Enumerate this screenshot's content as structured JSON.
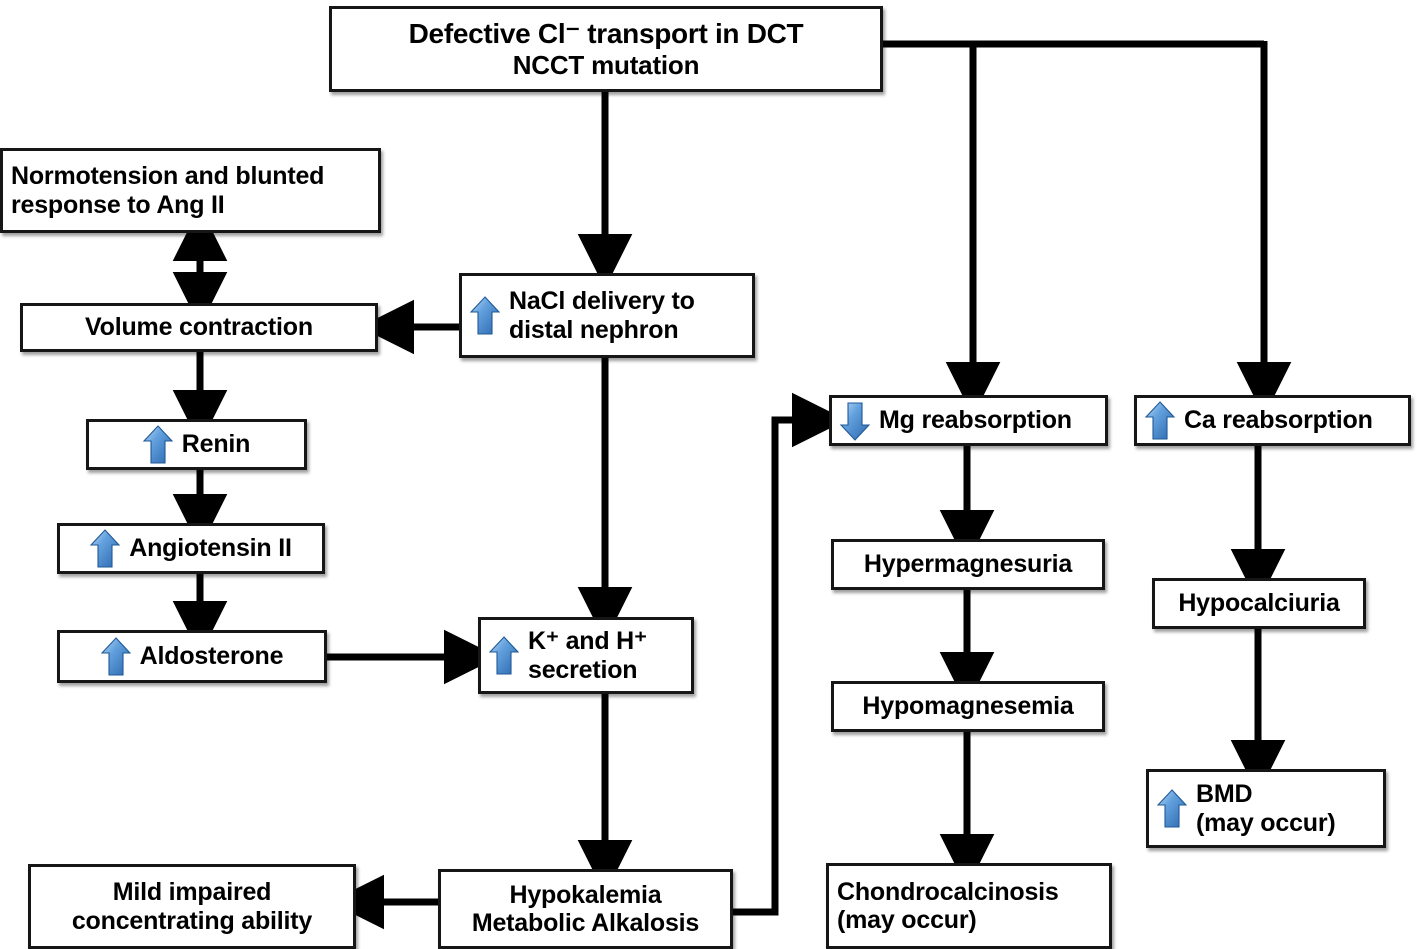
{
  "diagram": {
    "title_line1": "Defective Cl⁻ transport in DCT",
    "title_line2": "NCCT mutation",
    "icon_up": "blue-up-arrow-icon",
    "icon_down": "blue-down-arrow-icon",
    "colors": {
      "box_border": "#161616",
      "box_fill": "#ffffff",
      "text": "#000000",
      "connector": "#000000",
      "arrow_blue_light": "#a8cdf0",
      "arrow_blue_mid": "#4a8ed6",
      "arrow_blue_dark": "#2f6fb5",
      "arrow_blue_edge": "#1f5896"
    },
    "nodes": [
      {
        "id": "defective_cl",
        "label": "Defective Cl⁻ transport in DCT\nNCCT mutation",
        "arrow": "none"
      },
      {
        "id": "normotension",
        "label": "Normotension and blunted\nresponse to Ang II",
        "arrow": "none"
      },
      {
        "id": "volume_contraction",
        "label": "Volume contraction",
        "arrow": "none"
      },
      {
        "id": "renin",
        "label": "Renin",
        "arrow": "up"
      },
      {
        "id": "angiotensin2",
        "label": "Angiotensin II",
        "arrow": "up"
      },
      {
        "id": "aldosterone",
        "label": "Aldosterone",
        "arrow": "up"
      },
      {
        "id": "nacl_delivery",
        "label": "NaCl delivery to\ndistal nephron",
        "arrow": "up"
      },
      {
        "id": "k_h_secretion",
        "label": "K⁺ and H⁺\nsecretion",
        "arrow": "up"
      },
      {
        "id": "hypokalemia",
        "label": "Hypokalemia\nMetabolic Alkalosis",
        "arrow": "none"
      },
      {
        "id": "mild_impaired",
        "label": "Mild impaired\nconcentrating ability",
        "arrow": "none"
      },
      {
        "id": "mg_reabsorption",
        "label": "Mg reabsorption",
        "arrow": "down"
      },
      {
        "id": "hypermagnesuria",
        "label": "Hypermagnesuria",
        "arrow": "none"
      },
      {
        "id": "hypomagnesemia",
        "label": "Hypomagnesemia",
        "arrow": "none"
      },
      {
        "id": "chondrocalcinosis",
        "label": "Chondrocalcinosis\n(may occur)",
        "arrow": "none"
      },
      {
        "id": "ca_reabsorption",
        "label": "Ca reabsorption",
        "arrow": "up"
      },
      {
        "id": "hypocalciuria",
        "label": "Hypocalciuria",
        "arrow": "none"
      },
      {
        "id": "bmd",
        "label": "BMD\n(may occur)",
        "arrow": "up"
      }
    ],
    "edges": [
      {
        "from": "defective_cl",
        "to": "nacl_delivery",
        "direction": "down"
      },
      {
        "from": "defective_cl",
        "to": "mg_reabsorption",
        "direction": "down"
      },
      {
        "from": "defective_cl",
        "to": "ca_reabsorption",
        "direction": "down"
      },
      {
        "from": "nacl_delivery",
        "to": "volume_contraction",
        "direction": "left"
      },
      {
        "from": "nacl_delivery",
        "to": "k_h_secretion",
        "direction": "down"
      },
      {
        "from": "volume_contraction",
        "to": "normotension",
        "direction": "both-vertical"
      },
      {
        "from": "volume_contraction",
        "to": "renin",
        "direction": "down"
      },
      {
        "from": "renin",
        "to": "angiotensin2",
        "direction": "down"
      },
      {
        "from": "angiotensin2",
        "to": "aldosterone",
        "direction": "down"
      },
      {
        "from": "aldosterone",
        "to": "k_h_secretion",
        "direction": "right"
      },
      {
        "from": "k_h_secretion",
        "to": "hypokalemia",
        "direction": "down"
      },
      {
        "from": "hypokalemia",
        "to": "mild_impaired",
        "direction": "left"
      },
      {
        "from": "hypokalemia",
        "to": "mg_reabsorption",
        "direction": "up-right"
      },
      {
        "from": "mg_reabsorption",
        "to": "hypermagnesuria",
        "direction": "down"
      },
      {
        "from": "hypermagnesuria",
        "to": "hypomagnesemia",
        "direction": "down"
      },
      {
        "from": "hypomagnesemia",
        "to": "chondrocalcinosis",
        "direction": "down"
      },
      {
        "from": "ca_reabsorption",
        "to": "hypocalciuria",
        "direction": "down"
      },
      {
        "from": "hypocalciuria",
        "to": "bmd",
        "direction": "down"
      }
    ]
  }
}
